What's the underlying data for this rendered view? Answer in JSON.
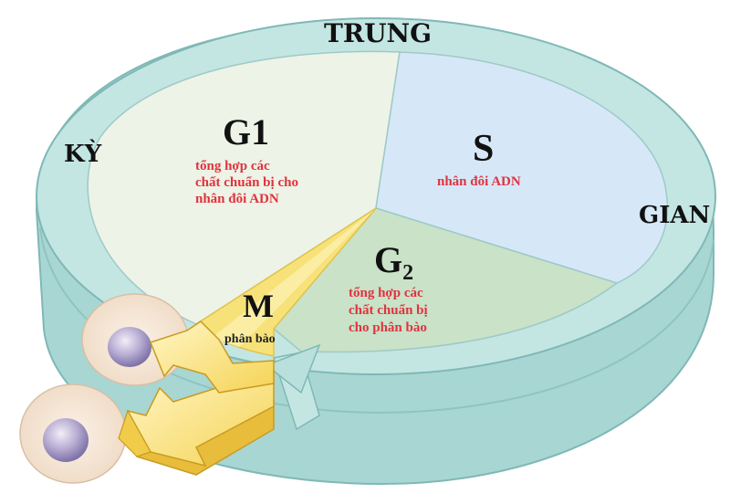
{
  "ring_labels": {
    "top": "TRUNG",
    "left": "KỲ",
    "right": "GIAN"
  },
  "phases": {
    "g1": {
      "title": "G1",
      "lines": [
        "tổng hợp các",
        "chất chuẩn bị cho",
        "nhân đôi ADN"
      ]
    },
    "s": {
      "title": "S",
      "lines": [
        "nhân đôi ADN"
      ]
    },
    "g2": {
      "title": "G₂",
      "lines": [
        "tổng hợp các",
        "chất chuẩn bị",
        "cho phân bào"
      ]
    },
    "m": {
      "title": "M",
      "lines": [
        "phân bào"
      ]
    }
  },
  "colors": {
    "ring": "#bfe3e1",
    "ring_side": "#9fcfcc",
    "ring_edge": "#7fb8b6",
    "g1": "#edf3e6",
    "s": "#d6e8f8",
    "g2": "#c9e2c8",
    "m": "#f7e27a",
    "note_red": "#e0333f"
  },
  "icons": [
    "cell-icon",
    "division-arrow-icon"
  ]
}
